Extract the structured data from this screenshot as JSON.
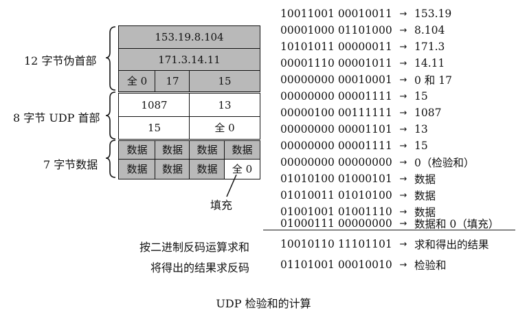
{
  "group_labels": {
    "pseudo_header": "12 字节伪首部",
    "udp_header": "8 字节 UDP 首部",
    "data": "7 字节数据"
  },
  "packet": {
    "src_ip": "153.19.8.104",
    "dst_ip": "171.3.14.11",
    "zero": "全 0",
    "protocol": "17",
    "udp_length_pseudo": "15",
    "src_port": "1087",
    "dst_port": "13",
    "udp_length": "15",
    "checksum": "全 0",
    "data_cell": "数据",
    "padding": "全 0"
  },
  "padding_label": "填充",
  "rows": [
    {
      "bits": "10011001 00010011",
      "result": "153.19"
    },
    {
      "bits": "00001000 01101000",
      "result": "8.104"
    },
    {
      "bits": "10101011 00000011",
      "result": "171.3"
    },
    {
      "bits": "00001110 00001011",
      "result": "14.11"
    },
    {
      "bits": "00000000 00010001",
      "result": "0 和 17"
    },
    {
      "bits": "00000000 00001111",
      "result": "15"
    },
    {
      "bits": "00000100 00111111",
      "result": "1087"
    },
    {
      "bits": "00000000 00001101",
      "result": "13"
    },
    {
      "bits": "00000000 00001111",
      "result": "15"
    },
    {
      "bits": "00000000 00000000",
      "result": "0（检验和）"
    },
    {
      "bits": "01010100 01000101",
      "result": "数据"
    },
    {
      "bits": "01010011 01010100",
      "result": "数据"
    },
    {
      "bits": "01001001 01001110",
      "result": "数据"
    },
    {
      "bits": "01000111 00000000",
      "result": "数据和 0（填充）"
    }
  ],
  "sum_row": {
    "label": "按二进制反码运算求和",
    "bits": "10010110 11101101",
    "result": "求和得出的结果"
  },
  "checksum_row": {
    "label": "将得出的结果求反码",
    "bits": "01101001 00010010",
    "result": "检验和"
  },
  "arrow": "→",
  "caption": "UDP 检验和的计算"
}
